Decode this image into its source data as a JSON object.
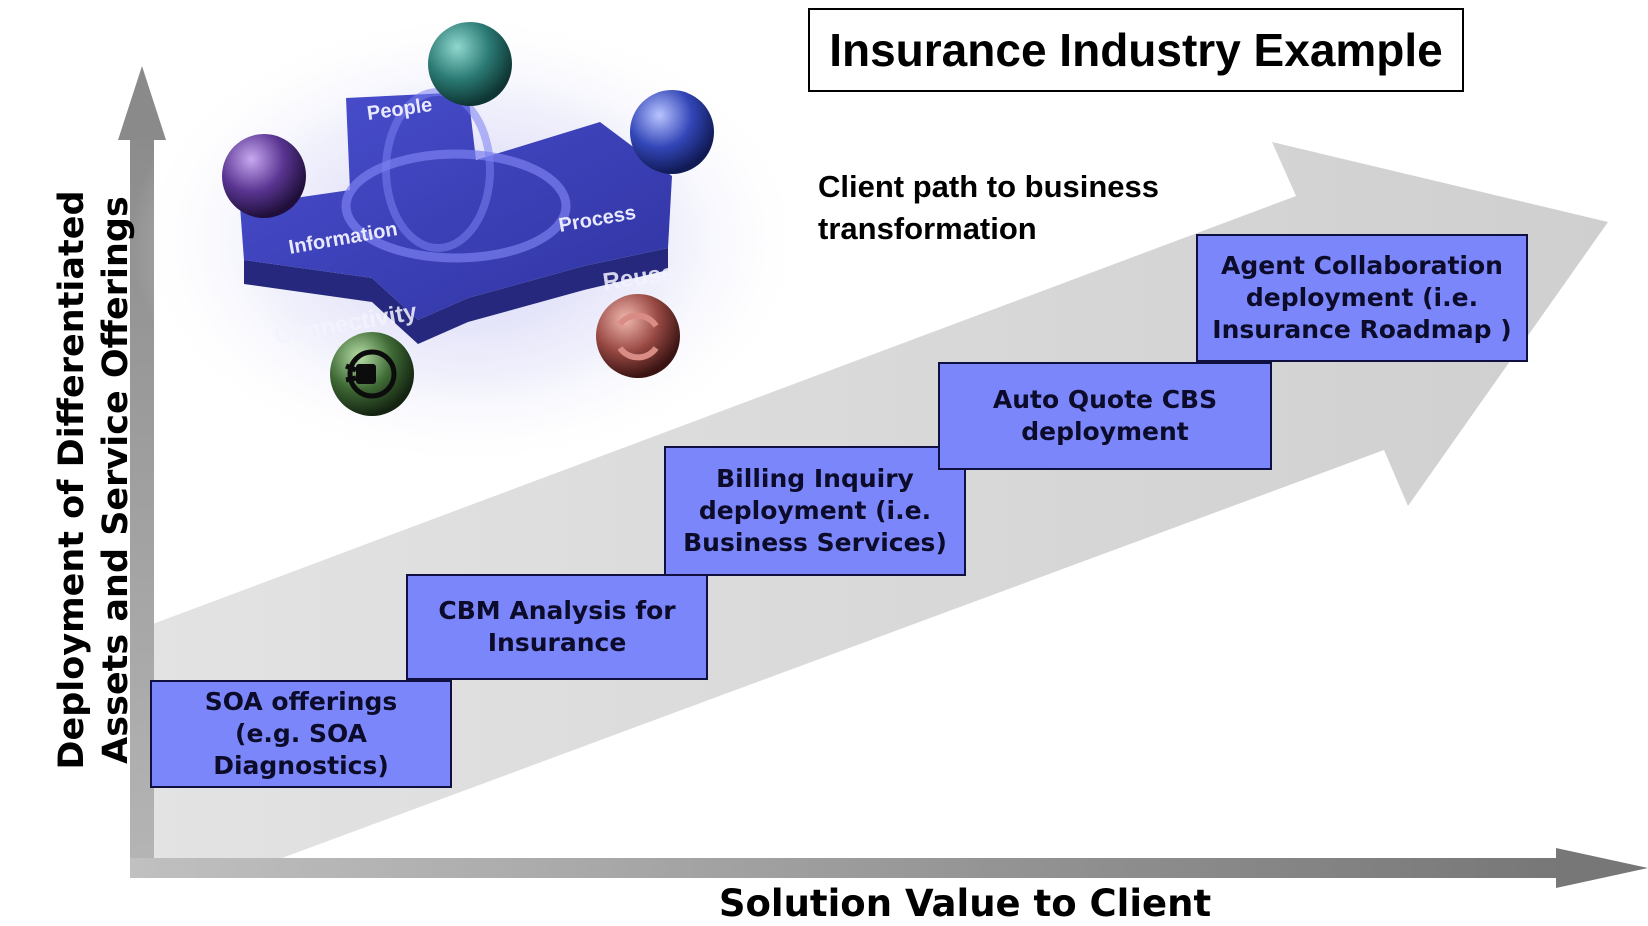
{
  "title": "Insurance Industry Example",
  "caption": "Client path to business transformation",
  "x_axis_label": "Solution Value to Client",
  "y_axis_label_line1": "Deployment of Differentiated",
  "y_axis_label_line2": "Assets and Service Offerings",
  "steps": [
    {
      "text": "SOA offerings\n(e.g. SOA Diagnostics)"
    },
    {
      "text": "CBM Analysis for\nInsurance"
    },
    {
      "text": "Billing Inquiry\ndeployment (i.e.\nBusiness Services)"
    },
    {
      "text": "Auto Quote CBS\ndeployment"
    },
    {
      "text": "Agent Collaboration\ndeployment  (i.e.\nInsurance Roadmap )"
    }
  ],
  "soa_graphic": {
    "labels": {
      "people": "People",
      "information": "Information",
      "process": "Process",
      "reuse": "Reuse",
      "connectivity": "Connectivity"
    }
  },
  "colors": {
    "step_fill": "#7b86fb",
    "puzzle_fill": "#3b3fb8",
    "axis_gray": "#8a8a8a"
  }
}
